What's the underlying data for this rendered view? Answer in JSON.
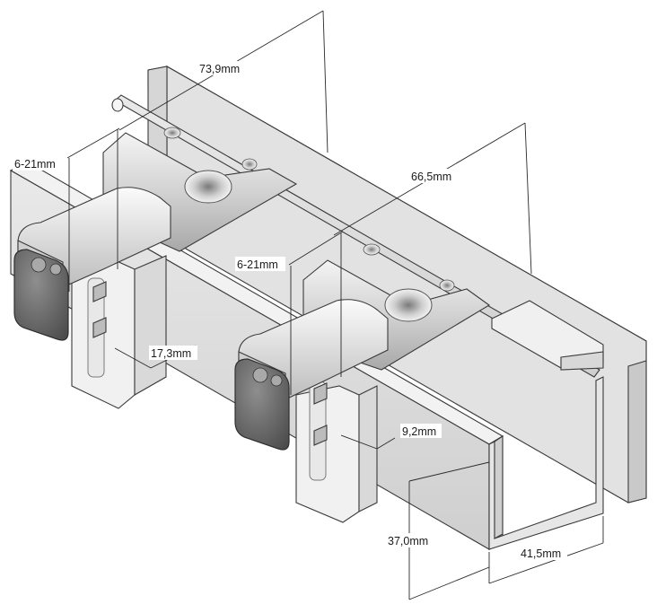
{
  "dimensions": {
    "d_73_9": "73,9mm",
    "d_66_5": "66,5mm",
    "d_6_21_left": "6-21mm",
    "d_6_21_mid": "6-21mm",
    "d_17_3": "17,3mm",
    "d_9_2": "9,2mm",
    "d_37_0": "37,0mm",
    "d_41_5": "41,5mm"
  }
}
